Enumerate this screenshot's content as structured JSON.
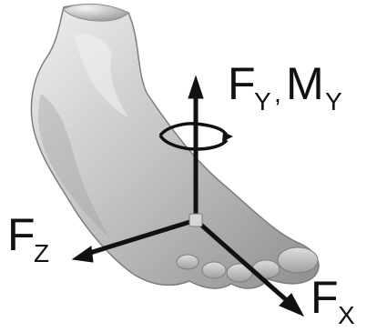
{
  "diagram": {
    "labels": {
      "fy": {
        "main": "F",
        "sub": "Y"
      },
      "comma": ",",
      "my": {
        "main": "M",
        "sub": "Y"
      },
      "fz": {
        "main": "F",
        "sub": "Z"
      },
      "fx": {
        "main": "F",
        "sub": "X"
      }
    },
    "colors": {
      "foot": "#b8b8b8",
      "foot_shadow": "#8c8c8c",
      "foot_highlight": "#e7e7e7",
      "axes": "#111111",
      "origin_lines": "#aaaaaa"
    }
  }
}
